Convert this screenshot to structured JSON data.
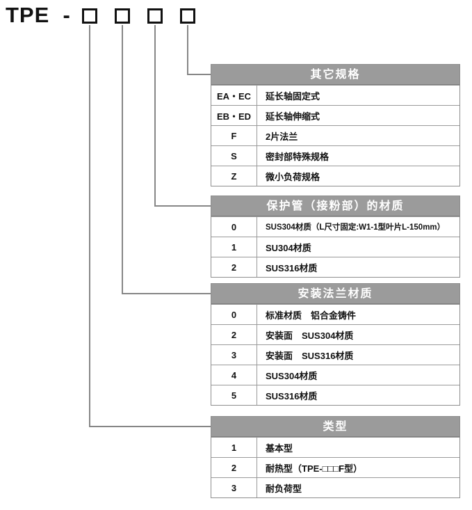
{
  "code_header": {
    "prefix": "TPE  -",
    "boxes": [
      {
        "name": "digit-1-type"
      },
      {
        "name": "digit-2-flange-material"
      },
      {
        "name": "digit-3-tube-material"
      },
      {
        "name": "digit-4-other-spec"
      }
    ]
  },
  "tables": [
    {
      "id": "other-spec",
      "title": "其它规格",
      "rows": [
        {
          "code": "EA・EC",
          "desc": "延长轴固定式"
        },
        {
          "code": "EB・ED",
          "desc": "延长轴伸缩式"
        },
        {
          "code": "F",
          "desc": "2片法兰"
        },
        {
          "code": "S",
          "desc": "密封部特殊规格"
        },
        {
          "code": "Z",
          "desc": "微小负荷规格"
        }
      ]
    },
    {
      "id": "protection-tube-material",
      "title": "保护管（接粉部）的材质",
      "rows": [
        {
          "code": "0",
          "desc": "SUS304材质（L尺寸固定:W1-1型叶片L-150mm）",
          "small": true
        },
        {
          "code": "1",
          "desc": "SU304材质"
        },
        {
          "code": "2",
          "desc": "SUS316材质"
        }
      ]
    },
    {
      "id": "mounting-flange-material",
      "title": "安装法兰材质",
      "rows": [
        {
          "code": "0",
          "desc": "标准材质　铝合金铸件"
        },
        {
          "code": "2",
          "desc": "安装面　SUS304材质"
        },
        {
          "code": "3",
          "desc": "安装面　SUS316材质"
        },
        {
          "code": "4",
          "desc": "SUS304材质"
        },
        {
          "code": "5",
          "desc": "SUS316材质"
        }
      ]
    },
    {
      "id": "type",
      "title": "类型",
      "rows": [
        {
          "code": "1",
          "desc": "基本型"
        },
        {
          "code": "2",
          "desc": "耐热型（TPE-□□□F型）"
        },
        {
          "code": "3",
          "desc": "耐负荷型"
        }
      ]
    }
  ],
  "colors": {
    "header_gray": "#9b9b9b",
    "border_gray": "#8d8d8d",
    "connector_gray": "#868686",
    "text_black": "#111111"
  }
}
